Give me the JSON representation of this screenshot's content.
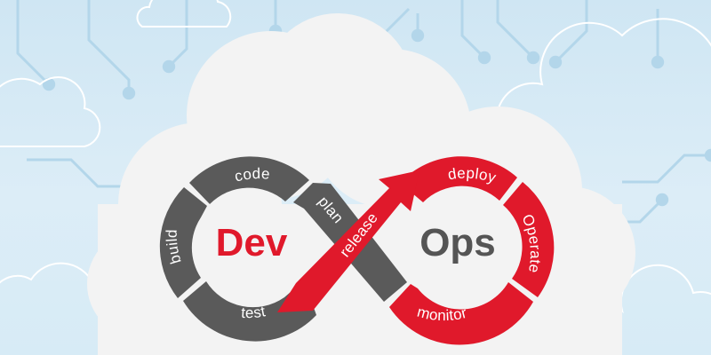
{
  "diagram": {
    "left_word": "Dev",
    "right_word": "Ops",
    "stages": {
      "code": "code",
      "build": "build",
      "test": "test",
      "plan": "plan",
      "release": "release",
      "deploy": "deploy",
      "operate": "Operate",
      "monitor": "monitor"
    }
  },
  "colors": {
    "dev_loop": "#5a5a5a",
    "ops_loop": "#e0192b",
    "dev_word": "#e0192b",
    "ops_word": "#555555",
    "cloud": "#f3f3f3",
    "background": "#d5e9f5",
    "circuit": "#b3d6ea"
  }
}
